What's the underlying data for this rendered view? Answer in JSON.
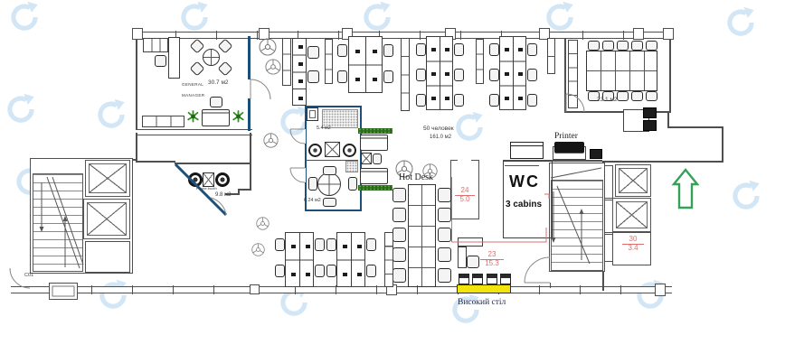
{
  "plan": {
    "rooms": {
      "general_manager": {
        "line1": "GENERAL",
        "line2": "MANAGER",
        "area": "30.7 м2"
      },
      "meeting_room": {
        "area": "23.1 м2"
      },
      "kitchen": {
        "area": "5.4 м2"
      },
      "small_meeting": {
        "area": "6.24 м2"
      },
      "phone_booth": {
        "name": "Phone booth",
        "area": "9.8 м2"
      },
      "open_space": {
        "capacity": "50 человек",
        "area": "161.0 м2"
      },
      "hot_desk": {
        "name": "Hot Desk"
      },
      "wc": {
        "title": "WC",
        "subtitle": "3 cabins"
      },
      "printer": {
        "label": "Printer"
      },
      "high_table": {
        "label": "Високий стіл"
      },
      "stairwell": {
        "label": "С01"
      }
    },
    "zone_annotations": {
      "hot_desk_zone": {
        "numerator": "24",
        "denominator": "5.0"
      },
      "open_zone": {
        "numerator": "23",
        "denominator": "15.3"
      },
      "small_zone": {
        "numerator": "30",
        "denominator": "3.4"
      }
    },
    "colors": {
      "accent_wall": "#1c4f7c",
      "plant_green": "#2f8f1f",
      "highlight_table_yellow": "#f2e40c",
      "annotation_red": "#d9706f",
      "entrance_arrow_green": "#35a057",
      "watermark_blue": "#d3e6f6"
    }
  }
}
